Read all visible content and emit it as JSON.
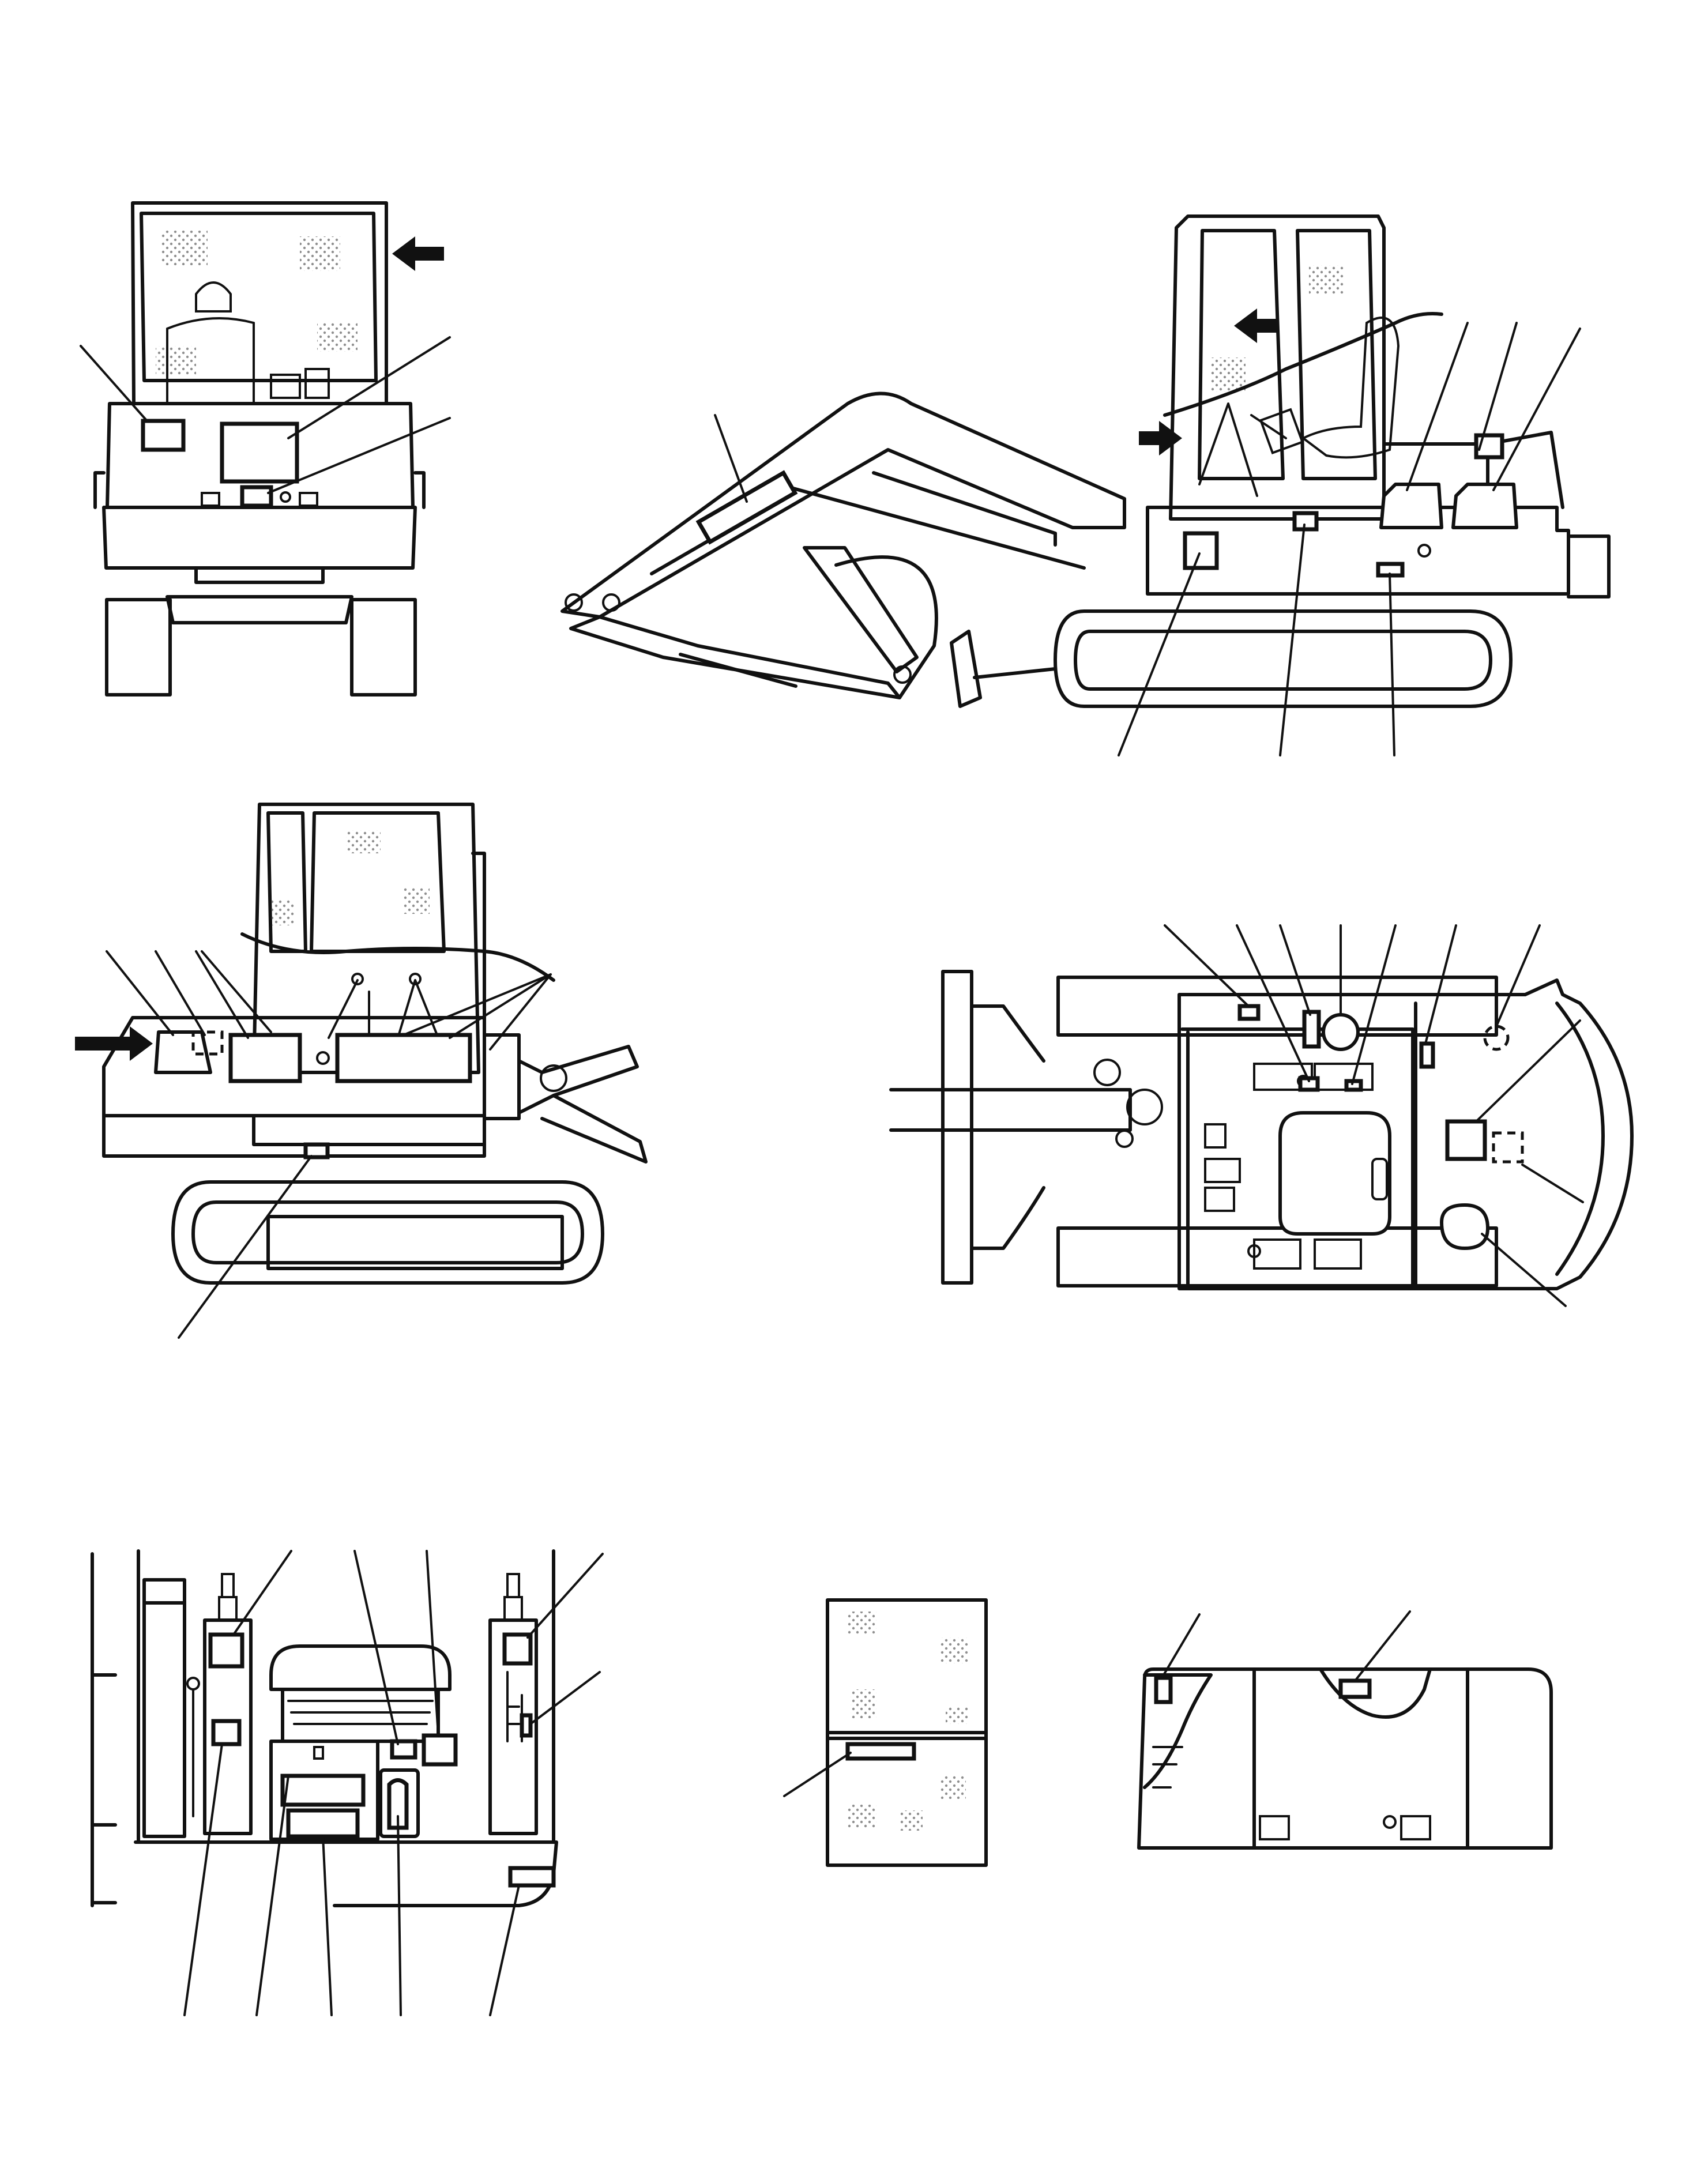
{
  "figure": {
    "description_text": "",
    "views": [
      {
        "name": "front-view",
        "label_marks": 3
      },
      {
        "name": "right-side-view",
        "label_marks": 7
      },
      {
        "name": "left-side-view",
        "label_marks": 5
      },
      {
        "name": "top-view",
        "label_marks": 10
      },
      {
        "name": "operator-station-view",
        "label_marks": 9
      },
      {
        "name": "cab-window-view",
        "label_marks": 1
      },
      {
        "name": "rear-cover-view",
        "label_marks": 2
      }
    ]
  },
  "colors": {
    "line": "#111111",
    "paper": "#ffffff"
  },
  "icons": {
    "arrow": "filled-arrow-icon",
    "decal": "decal-rectangle",
    "leader": "leader-line"
  }
}
